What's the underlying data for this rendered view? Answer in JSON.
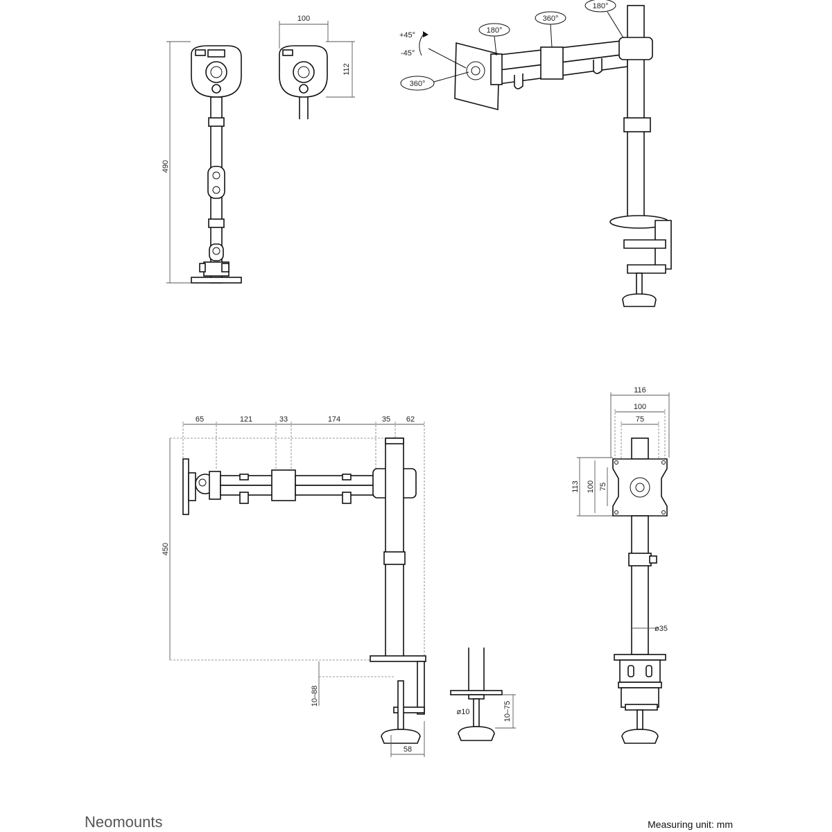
{
  "brand": "Neomounts",
  "measure_unit": "Measuring unit: mm",
  "front_view": {
    "height": "490",
    "width": "100",
    "clamp_height": "112"
  },
  "perspective_view": {
    "tilt_up": "+45°",
    "tilt_down": "-45°",
    "rotate_plate": "360°",
    "swivel_head": "180°",
    "swivel_mid": "360°",
    "swivel_pole": "180°"
  },
  "side_view": {
    "seg_1": "65",
    "seg_2": "121",
    "seg_3": "33",
    "seg_4": "174",
    "seg_5": "35",
    "seg_6": "62",
    "height": "450",
    "desk_thickness": "10–88",
    "clamp_width": "58"
  },
  "grommet_view": {
    "bolt_diameter": "ø10",
    "desk_thickness": "10–75"
  },
  "rear_view": {
    "w_total": "116",
    "w_100": "100",
    "w_75": "75",
    "h_total": "113",
    "h_100": "100",
    "h_75": "75",
    "pole_diameter": "ø35"
  }
}
